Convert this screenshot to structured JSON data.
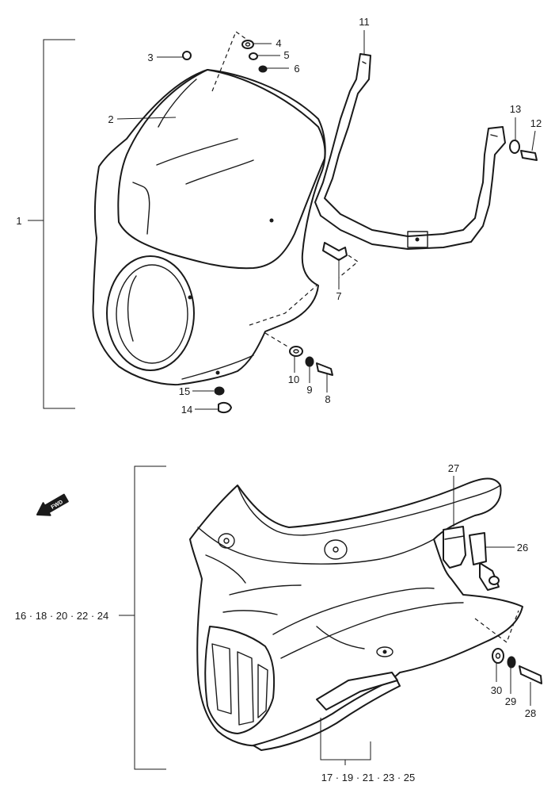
{
  "labels": {
    "p1": "1",
    "p2": "2",
    "p3": "3",
    "p4": "4",
    "p5": "5",
    "p6": "6",
    "p7": "7",
    "p8": "8",
    "p9": "9",
    "p10": "10",
    "p11": "11",
    "p12": "12",
    "p13": "13",
    "p14": "14",
    "p15": "15",
    "lower_group_left": "16 · 18 · 20 · 22 · 24",
    "lower_group_bottom": "17 · 19 · 21 · 23 · 25",
    "p26": "26",
    "p27": "27",
    "p28": "28",
    "p29": "29",
    "p30": "30"
  },
  "direction_arrow": {
    "text": "FWD",
    "icon": "forward-arrow-icon"
  }
}
